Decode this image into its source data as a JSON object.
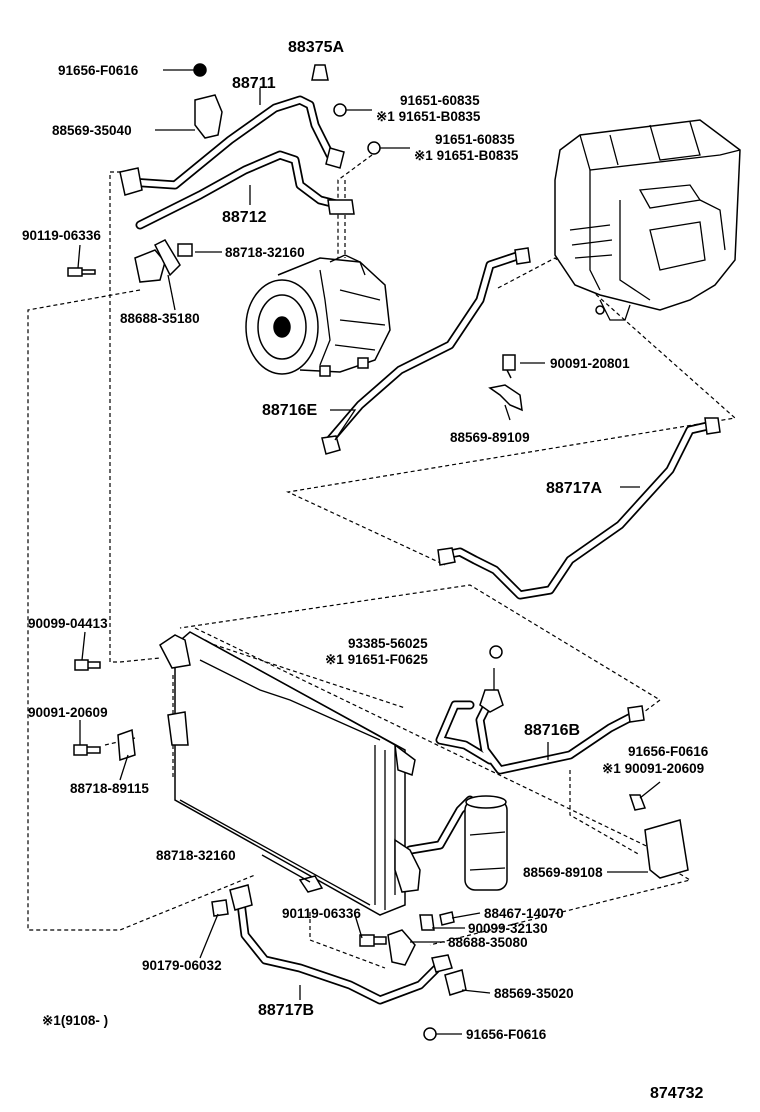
{
  "labels": {
    "l01": "91656-F0616",
    "l02": "88375A",
    "l03": "88711",
    "l04": "91651-60835",
    "l05": "※1 91651-B0835",
    "l06": "88569-35040",
    "l07": "91651-60835",
    "l08": "※1 91651-B0835",
    "l09": "88712",
    "l10": "90119-06336",
    "l11": "88718-32160",
    "l12": "88688-35180",
    "l13": "90091-20801",
    "l14": "88716E",
    "l15": "88569-89109",
    "l16": "88717A",
    "l17": "90099-04413",
    "l18": "93385-56025",
    "l19": "※1 91651-F0625",
    "l20": "90091-20609",
    "l21": "88716B",
    "l22": "88718-89115",
    "l23": "91656-F0616",
    "l24": "※1 90091-20609",
    "l25": "88718-32160",
    "l26": "88569-89108",
    "l27": "88467-14070",
    "l28": "90119-06336",
    "l29": "90099-32130",
    "l30": "88688-35080",
    "l31": "90179-06032",
    "l32": "88717B",
    "l33": "88569-35020",
    "l34": "91656-F0616",
    "l35": "※1(9108-      )",
    "l36": "874732"
  },
  "icons": [
    "clamp-icon",
    "bolt-icon",
    "o-ring-icon",
    "compressor-icon",
    "condenser-icon",
    "receiver-drier-icon",
    "evaporator-unit-icon"
  ]
}
